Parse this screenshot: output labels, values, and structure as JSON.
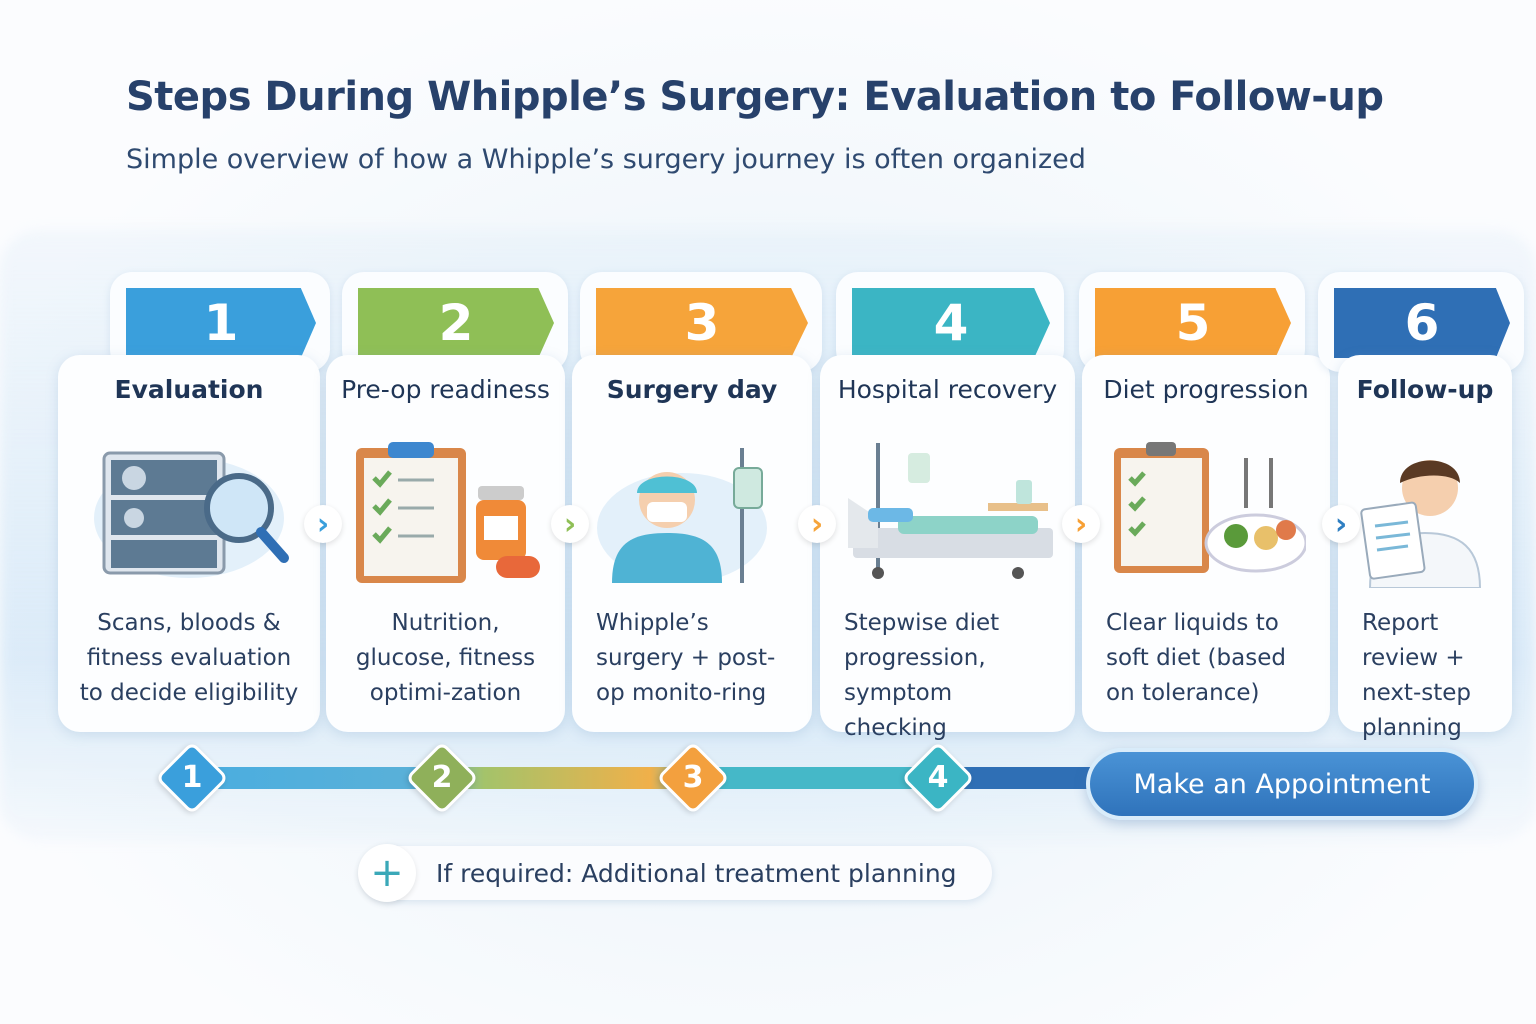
{
  "header": {
    "title": "Steps During Whipple’s Surgery: Evaluation to Follow-up",
    "subtitle": "Simple overview of how a Whipple’s surgery journey is often organized"
  },
  "steps": [
    {
      "number": "1",
      "title": "Evaluation",
      "description": "Scans, bloods & fitness evaluation to decide eligibility",
      "color": "#3a9fdc",
      "icon": "scan-magnifier-icon"
    },
    {
      "number": "2",
      "title": "Pre-op readiness",
      "description": "Nutrition, glucose, fitness optimi-zation",
      "color": "#8fbf56",
      "icon": "clipboard-medication-icon"
    },
    {
      "number": "3",
      "title": "Surgery day",
      "description": "Whipple’s surgery + post-op monito-ring",
      "color": "#f6a43a",
      "icon": "surgeon-iv-icon"
    },
    {
      "number": "4",
      "title": "Hospital recovery",
      "description": "Stepwise diet progression, symptom checking",
      "color": "#3bb5c4",
      "icon": "hospital-bed-icon"
    },
    {
      "number": "5",
      "title": "Diet progression",
      "description": "Clear liquids to soft diet (based on tolerance)",
      "color": "#f7a035",
      "icon": "diet-plan-icon"
    },
    {
      "number": "6",
      "title": "Follow-up",
      "description": "Report review + next-step planning",
      "color": "#2f6fb5",
      "icon": "doctor-report-icon"
    }
  ],
  "timeline": {
    "markers": [
      "1",
      "2",
      "3",
      "4"
    ]
  },
  "cta": {
    "label": "Make an Appointment"
  },
  "note": {
    "label": "If required: Additional treatment planning"
  }
}
